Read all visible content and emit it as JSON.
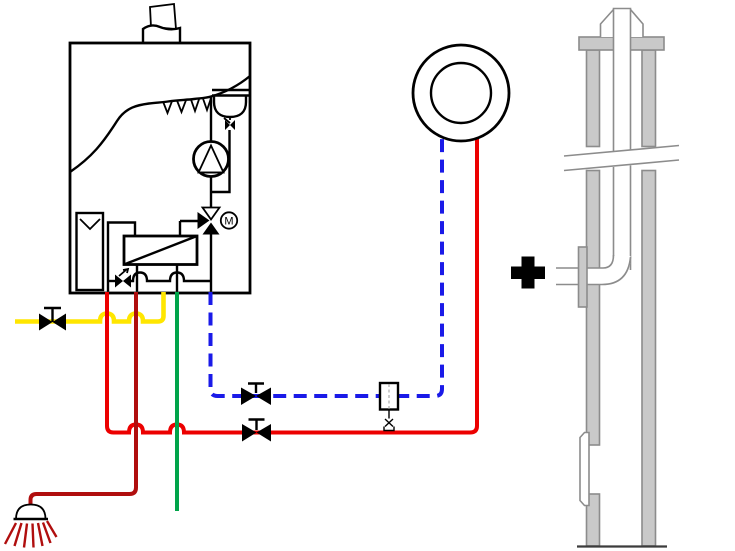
{
  "title": "Wall-hung combi boiler piping scheme with chimney flue",
  "motor_valve_label": "M",
  "plus_label": "+",
  "colors": {
    "pipe_black": "#000000",
    "gas_yellow": "#FFE600",
    "heating_flow_red": "#EC0000",
    "dhw_red": "#B00E0E",
    "cold_green": "#00A44A",
    "return_blue": "#1A1AE8",
    "chimney_fill": "#C9C9C9",
    "chimney_stroke": "#8C8C8C",
    "ground_line": "#3C3C3C"
  },
  "components": [
    "boiler-cabinet",
    "flue-outlet",
    "burner-flames",
    "expansion-vessel",
    "circulation-pump",
    "three-way-motor-valve",
    "plate-heat-exchanger",
    "sight-glass-filter",
    "gas-shutoff-valve",
    "heating-flow-valve",
    "heating-return-valve",
    "return-filter",
    "heating-circuit-symbol",
    "shower-head",
    "plus-sign",
    "chimney-with-liner"
  ]
}
